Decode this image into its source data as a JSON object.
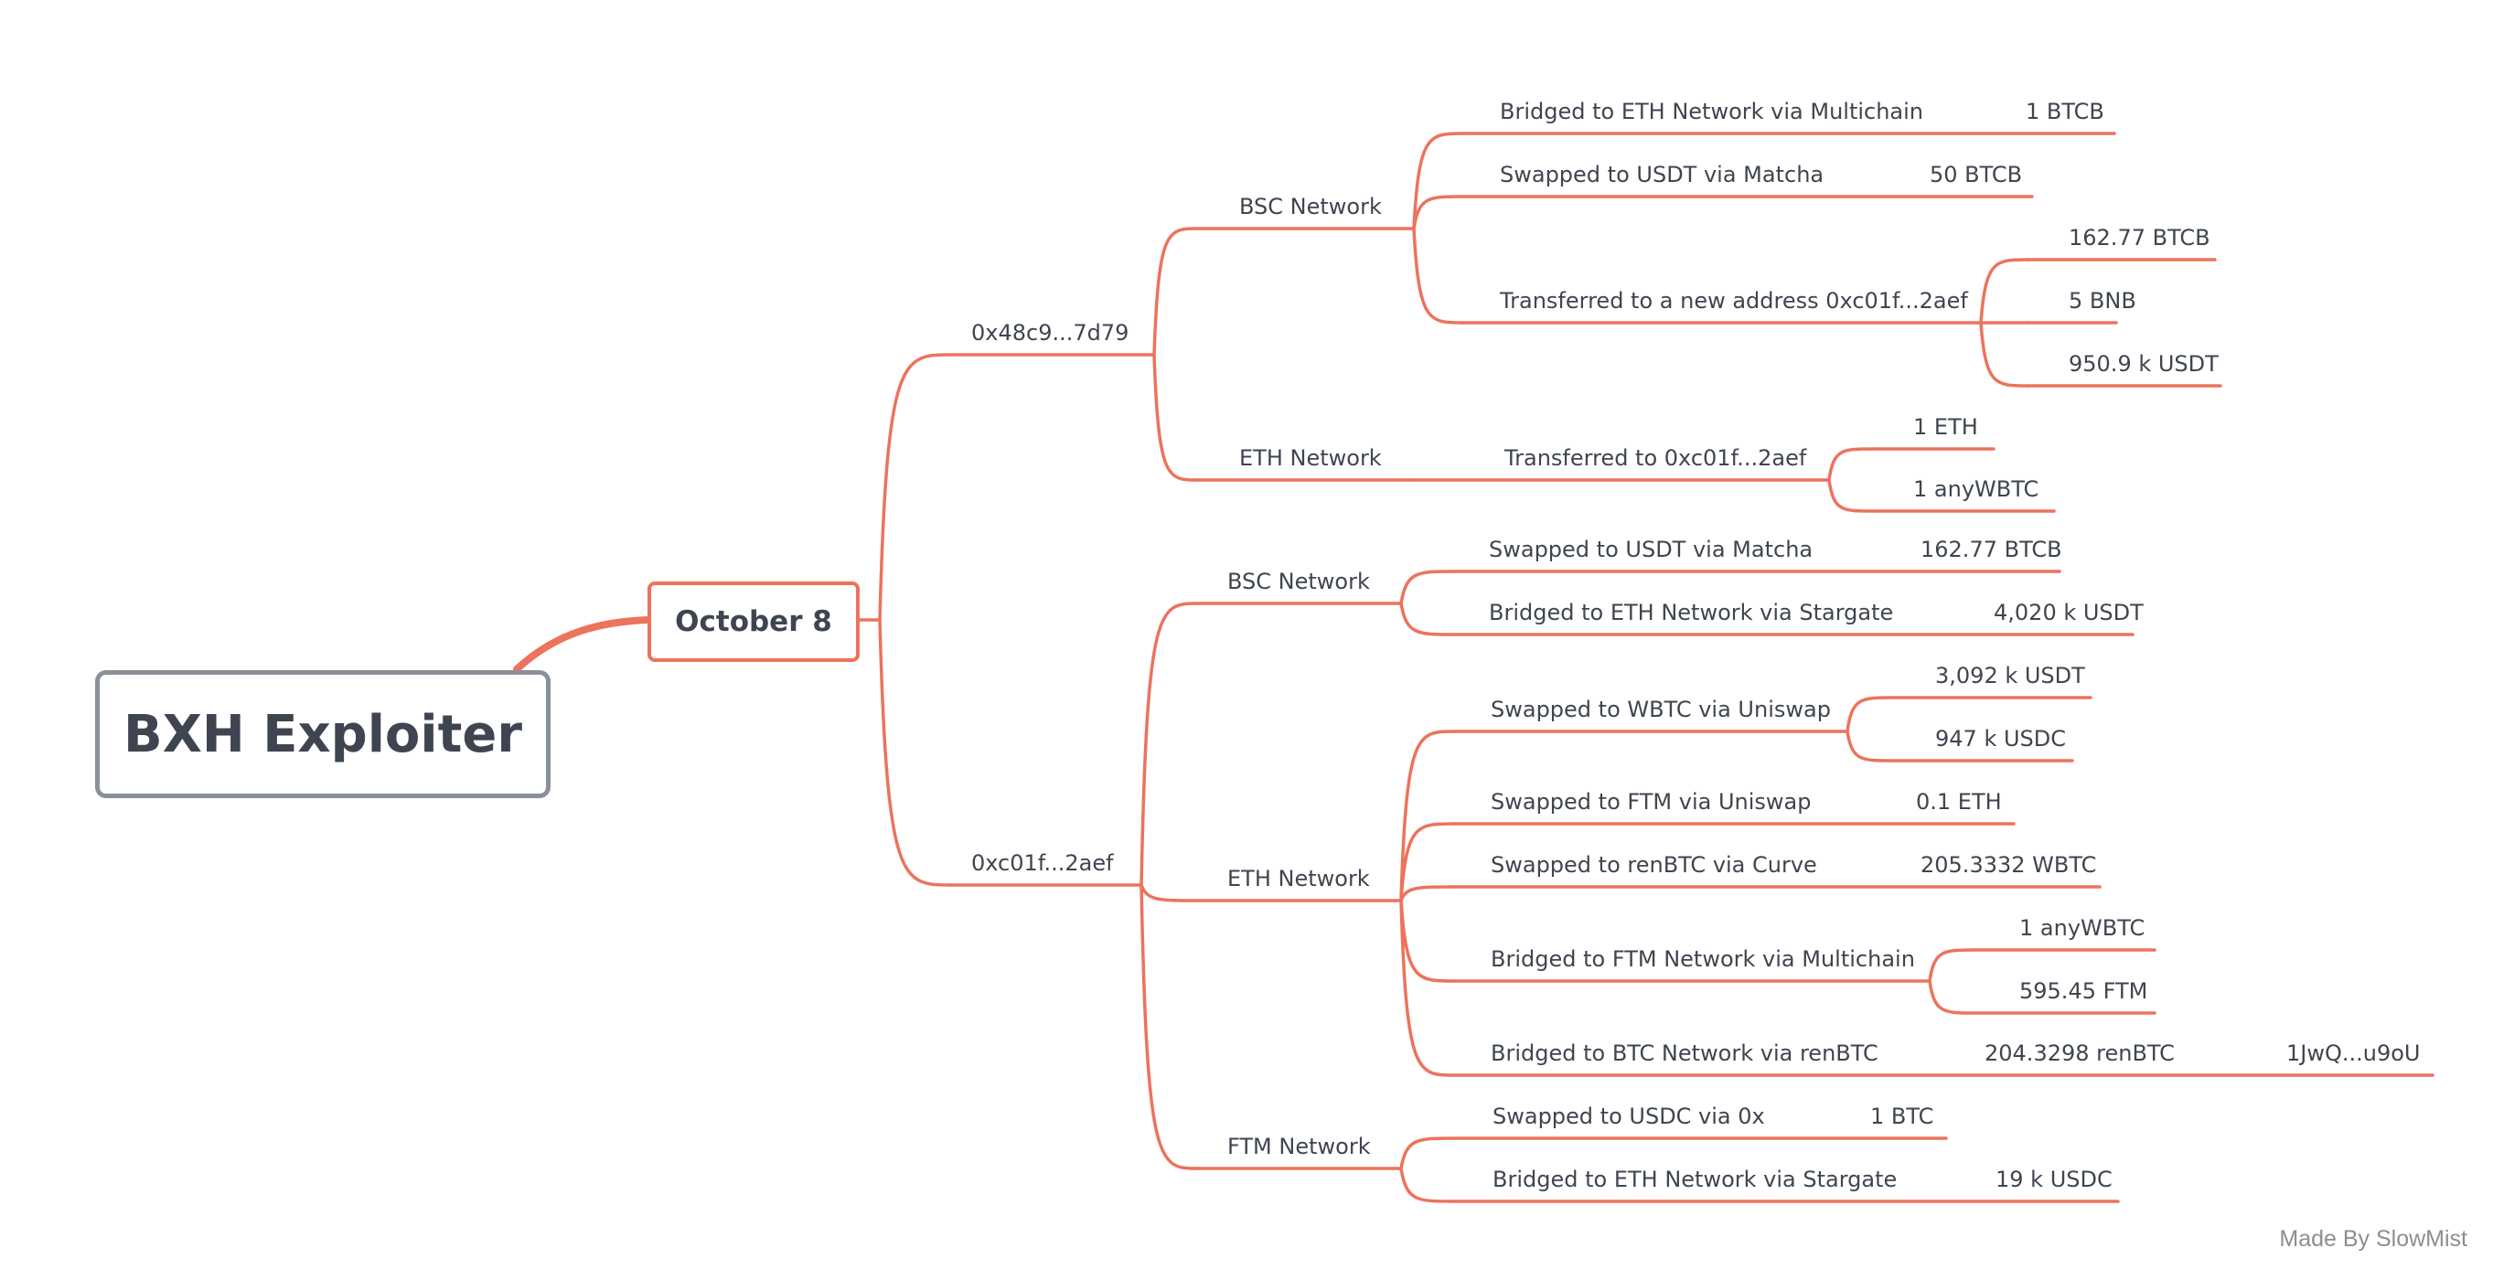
{
  "root": {
    "label": "BXH Exploiter"
  },
  "date": {
    "label": "October 8"
  },
  "credit": "Made By SlowMist",
  "colors": {
    "edge": "#ec735c",
    "root_border": "#8a909a",
    "text": "#3f4550",
    "credit": "#8e8e8e"
  },
  "addresses": [
    {
      "label": "0x48c9...7d79",
      "networks": [
        {
          "label": "BSC Network",
          "actions": [
            {
              "label": "Bridged to ETH Network via Multichain",
              "outputs": [
                "1 BTCB"
              ]
            },
            {
              "label": "Swapped to USDT via Matcha",
              "outputs": [
                "50 BTCB"
              ]
            },
            {
              "label": "Transferred to a new address 0xc01f...2aef",
              "outputs": [
                "162.77 BTCB",
                "5 BNB",
                "950.9 k USDT"
              ]
            }
          ]
        },
        {
          "label": "ETH Network",
          "actions": [
            {
              "label": "Transferred to 0xc01f...2aef",
              "outputs": [
                "1 ETH",
                "1 anyWBTC"
              ]
            }
          ]
        }
      ]
    },
    {
      "label": "0xc01f...2aef",
      "networks": [
        {
          "label": "BSC Network",
          "actions": [
            {
              "label": "Swapped to USDT via Matcha",
              "outputs": [
                "162.77 BTCB"
              ]
            },
            {
              "label": "Bridged to ETH Network via Stargate",
              "outputs": [
                "4,020 k USDT"
              ]
            }
          ]
        },
        {
          "label": "ETH Network",
          "actions": [
            {
              "label": "Swapped to WBTC via Uniswap",
              "outputs": [
                "3,092 k USDT",
                "947 k USDC"
              ]
            },
            {
              "label": "Swapped to FTM via Uniswap",
              "outputs": [
                "0.1 ETH"
              ]
            },
            {
              "label": "Swapped to renBTC via Curve",
              "outputs": [
                "205.3332 WBTC"
              ]
            },
            {
              "label": "Bridged to FTM Network via Multichain",
              "outputs": [
                "1 anyWBTC",
                "595.45 FTM"
              ]
            },
            {
              "label": "Bridged to BTC Network via renBTC",
              "outputs": [
                "204.3298 renBTC"
              ],
              "final": "1JwQ...u9oU"
            }
          ]
        },
        {
          "label": "FTM Network",
          "actions": [
            {
              "label": "Swapped to USDC via 0x",
              "outputs": [
                "1 BTC"
              ]
            },
            {
              "label": "Bridged to ETH Network via Stargate",
              "outputs": [
                "19 k USDC"
              ]
            }
          ]
        }
      ]
    }
  ]
}
